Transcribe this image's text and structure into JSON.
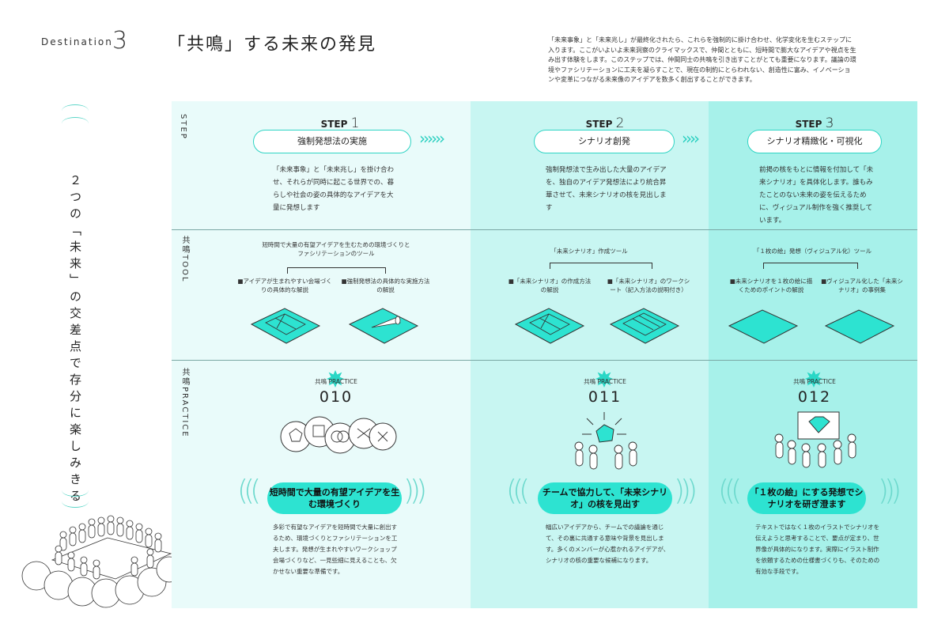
{
  "header": {
    "destination_label": "Destination",
    "destination_number": "3",
    "title": "「共鳴」する未来の発見",
    "intro": "「未来事象」と「未来兆し」が最終化されたら、これらを強制的に掛け合わせ、化学変化を生むステップに入ります。ここがいよいよ未来洞察のクライマックスで、仲間とともに、短時間で膨大なアイデアや視点を生み出す体験をします。このステップでは、仲間同士の共鳴を引き出すことがとても重要になります。議論の環境やファシリテーションに工夫を凝らすことで、現在の制約にとらわれない、創造性に富み、イノベーションや変革につながる未来像のアイデアを数多く創出することができます。"
  },
  "sidebar": {
    "vertical_text": "２つの「未来」の交差点で存分に楽しみきる"
  },
  "rows": {
    "step": "STEP",
    "tool": "共鳴TOOL",
    "practice": "共鳴PRACTICE"
  },
  "steps": [
    {
      "step_word": "STEP",
      "step_num": "1",
      "name": "強制発想法の実施",
      "desc": "「未来事象」と「未来兆し」を掛け合わせ、それらが同時に起こる世界での、暮らしや社会の姿の具体的なアイデアを大量に発想します",
      "tool_title": "短時間で大量の有望アイデアを生むための環境づくりとファシリテーションのツール",
      "tool_items": [
        "■アイデアが生まれやすい会場づくりの具体的な解説",
        "■強制発想法の具体的な実施方法の解説"
      ],
      "practice_label": "共鳴 PRACTICE",
      "practice_num": "010",
      "cta": "短時間で大量の有望アイデアを生む環境づくり",
      "body": "多彩で有望なアイデアを短時間で大量に創出するため、環境づくりとファシリテーションを工夫します。発想が生まれやすいワークショップ会場づくりなど、一見些細に見えることも、欠かせない重要な準備です。"
    },
    {
      "step_word": "STEP",
      "step_num": "2",
      "name": "シナリオ創発",
      "desc": "強制発想法で生み出した大量のアイデアを、独自のアイデア発想法により統合昇華させて、未来シナリオの核を見出します",
      "tool_title": "「未来シナリオ」作成ツール",
      "tool_items": [
        "■「未来シナリオ」の作成方法の解説",
        "■「未来シナリオ」のワークシート（記入方法の説明付き）"
      ],
      "practice_label": "共鳴 PRACTICE",
      "practice_num": "011",
      "cta": "チームで協力して、「未来シナリオ」の核を見出す",
      "body": "幅広いアイデアから、チームでの議論を通じて、その裏に共通する意味や背景を見出します。多くのメンバーが心惹かれるアイデアが、シナリオの核の重要な候補になります。"
    },
    {
      "step_word": "STEP",
      "step_num": "3",
      "name": "シナリオ精緻化・可視化",
      "desc": "前掲の核をもとに情報を付加して「未来シナリオ」を具体化します。誰もみたことのない未来の姿を伝えるために、ヴィジュアル制作を強く推奨しています。",
      "tool_title": "「１枚の絵」発想（ヴィジュアル化）ツール",
      "tool_items": [
        "■未来シナリオを１枚の絵に描くためのポイントの解説",
        "■ヴィジュアル化した「未来シナリオ」の事例集"
      ],
      "practice_label": "共鳴 PRACTICE",
      "practice_num": "012",
      "cta": "「１枚の絵」にする発想でシナリオを研ぎ澄ます",
      "body": "テキストではなく１枚のイラストでシナリオを伝えようと思考することで、要点が定まり、世界像が具体的になります。実際にイラスト制作を依頼するための仕様書づくりも、そのための有効な手段です。"
    }
  ],
  "colors": {
    "accent": "#2de3d1",
    "col1": "#e9fbfa",
    "col2": "#c8f6f2",
    "col3": "#a7f1ea"
  }
}
